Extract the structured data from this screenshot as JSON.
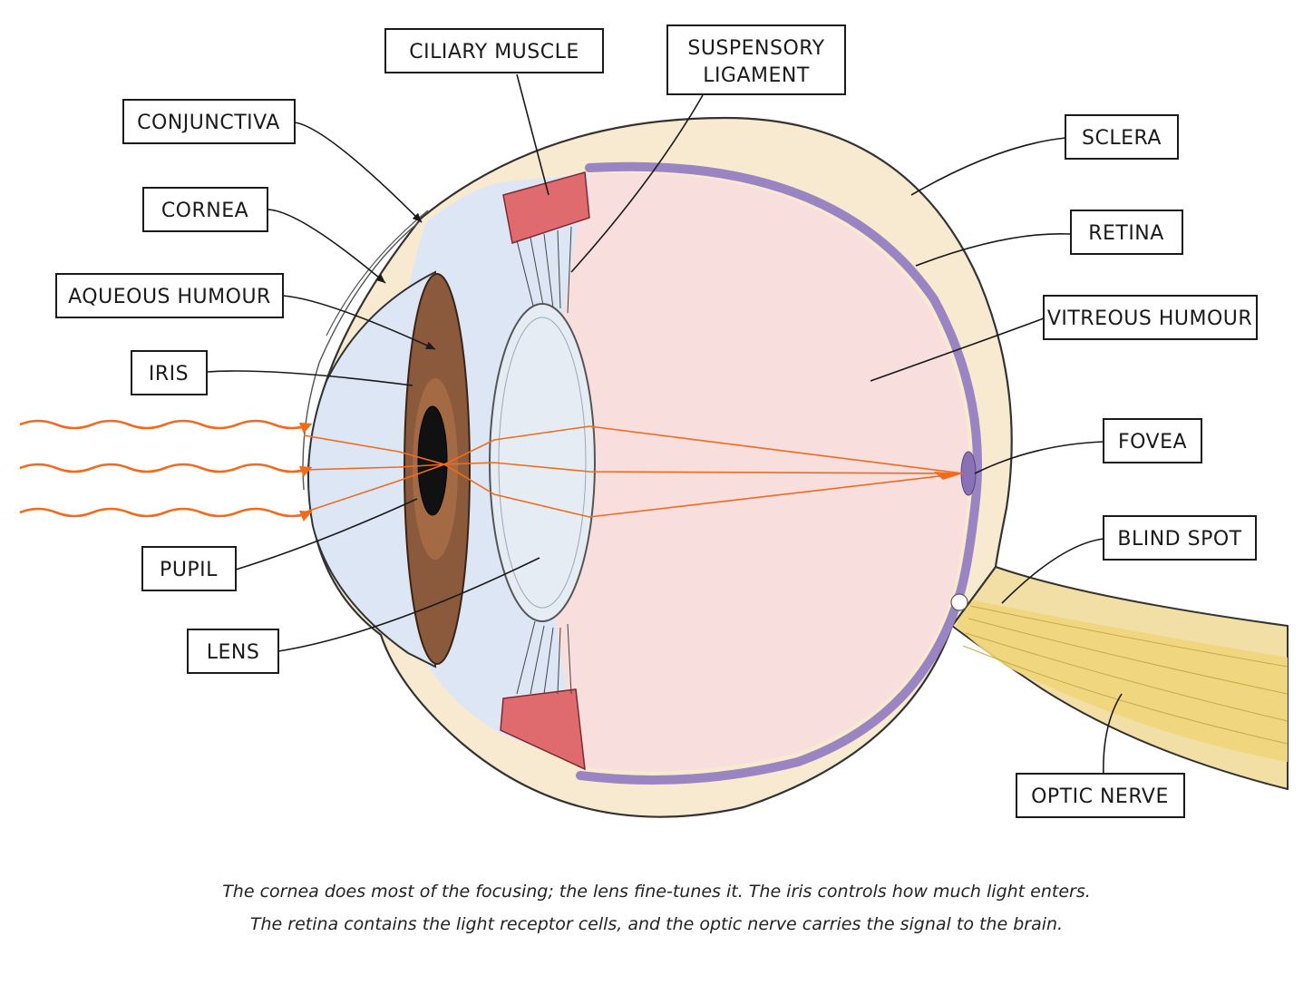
{
  "labels": {
    "conjunctiva": "CONJUNCTIVA",
    "cornea": "CORNEA",
    "aqueous_humour": "AQUEOUS HUMOUR",
    "iris": "IRIS",
    "pupil": "PUPIL",
    "lens": "LENS",
    "ciliary_muscle": "CILIARY MUSCLE",
    "suspensory_1": "SUSPENSORY",
    "suspensory_2": "LIGAMENT",
    "sclera": "SCLERA",
    "retina": "RETINA",
    "vitreous_humour": "VITREOUS HUMOUR",
    "fovea": "FOVEA",
    "blind_spot": "BLIND SPOT",
    "optic_nerve": "OPTIC NERVE"
  },
  "caption": {
    "line1": "The cornea does most of the focusing; the lens fine-tunes it. The iris controls how much light enters.",
    "line2": "The retina contains the light receptor cells, and the optic nerve carries the signal to the brain."
  },
  "colors": {
    "sclera": "#f7ead0",
    "vitreous": "#f9dede",
    "aqueous": "#dde6f5",
    "iris": "#8b5a3c",
    "retina": "#a48bc4",
    "ciliary": "#e06b6f",
    "lens": "#e6ecf3",
    "optic_nerve": "#f2dc8a",
    "light_rays": "#f26b1d"
  }
}
